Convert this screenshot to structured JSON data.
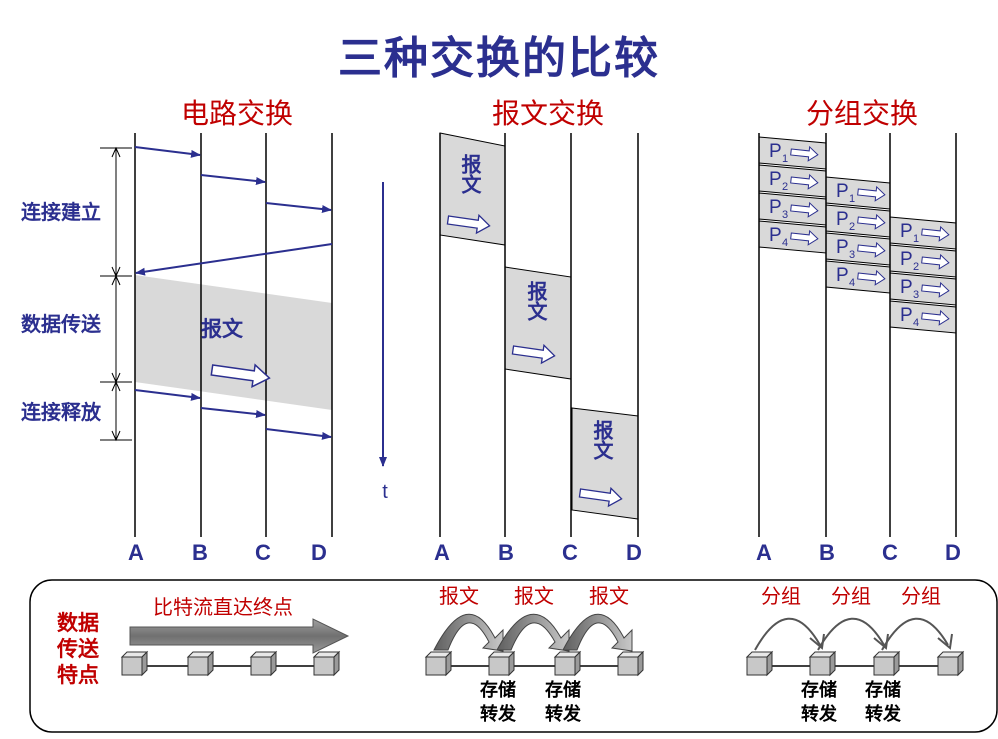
{
  "title": "三种交换的比较",
  "sections": {
    "circuit": "电路交换",
    "message": "报文交换",
    "packet": "分组交换"
  },
  "phases": {
    "setup": "连接建立",
    "transfer": "数据传送",
    "release": "连接释放"
  },
  "time_label": "t",
  "nodes": [
    "A",
    "B",
    "C",
    "D"
  ],
  "message_label": "报文",
  "packet_prefix": "P",
  "packets": [
    "1",
    "2",
    "3",
    "4"
  ],
  "bottom": {
    "side_label_lines": [
      "数据",
      "传送",
      "特点"
    ],
    "circuit_desc": "比特流直达终点",
    "message_hop_label": "报文",
    "packet_hop_label": "分组",
    "store_lines": [
      "存储",
      "转发"
    ]
  },
  "colors": {
    "title": "#2b2f8f",
    "section_title": "#c00000",
    "shaded": "#d9d9d9"
  }
}
